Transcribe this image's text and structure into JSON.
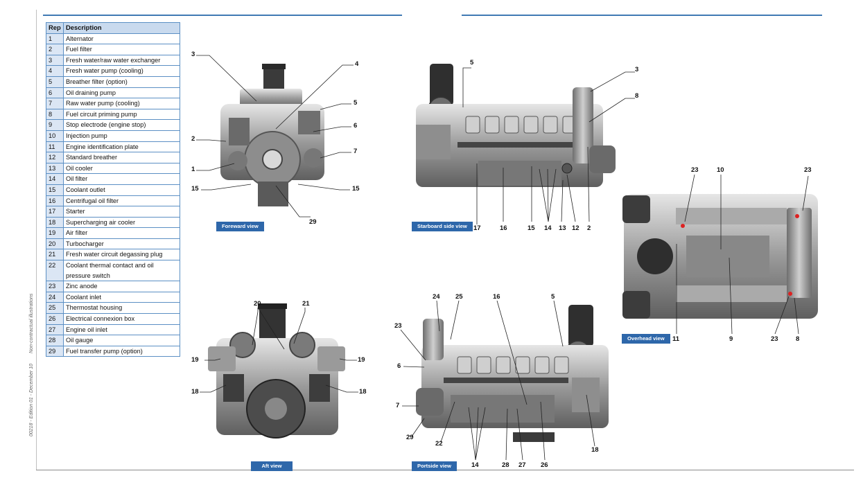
{
  "side_notes": {
    "illustrations": "Non-contractual illustrations",
    "edition": "00218 - Edition 01 - December 10"
  },
  "table": {
    "headers": [
      "Rep",
      "Description"
    ],
    "rows": [
      {
        "rep": "1",
        "desc": "Alternator"
      },
      {
        "rep": "2",
        "desc": "Fuel filter"
      },
      {
        "rep": "3",
        "desc": "Fresh water/raw water exchanger"
      },
      {
        "rep": "4",
        "desc": "Fresh water pump (cooling)"
      },
      {
        "rep": "5",
        "desc": "Breather filter (option)"
      },
      {
        "rep": "6",
        "desc": "Oil draining pump"
      },
      {
        "rep": "7",
        "desc": "Raw water pump (cooling)"
      },
      {
        "rep": "8",
        "desc": "Fuel circuit priming pump"
      },
      {
        "rep": "9",
        "desc": "Stop electrode (engine stop)"
      },
      {
        "rep": "10",
        "desc": "Injection pump"
      },
      {
        "rep": "11",
        "desc": "Engine identification plate"
      },
      {
        "rep": "12",
        "desc": "Standard breather"
      },
      {
        "rep": "13",
        "desc": "Oil cooler"
      },
      {
        "rep": "14",
        "desc": "Oil filter"
      },
      {
        "rep": "15",
        "desc": "Coolant outlet"
      },
      {
        "rep": "16",
        "desc": "Centrifugal oil filter"
      },
      {
        "rep": "17",
        "desc": "Starter"
      },
      {
        "rep": "18",
        "desc": "Supercharging air cooler"
      },
      {
        "rep": "19",
        "desc": "Air filter"
      },
      {
        "rep": "20",
        "desc": "Turbocharger"
      },
      {
        "rep": "21",
        "desc": "Fresh water circuit degassing plug"
      },
      {
        "rep": "22",
        "desc": "Coolant thermal contact and oil pressure switch"
      },
      {
        "rep": "23",
        "desc": "Zinc anode"
      },
      {
        "rep": "24",
        "desc": "Coolant inlet"
      },
      {
        "rep": "25",
        "desc": "Thermostat housing"
      },
      {
        "rep": "26",
        "desc": "Electrical connexion box"
      },
      {
        "rep": "27",
        "desc": "Engine oil inlet"
      },
      {
        "rep": "28",
        "desc": "Oil gauge"
      },
      {
        "rep": "29",
        "desc": "Fuel transfer pump (option)"
      }
    ]
  },
  "views": {
    "foreward": "Foreward view",
    "starboard": "Starboard side view",
    "overhead": "Overhead view",
    "aft": "Aft view",
    "portside": "Portside view"
  },
  "callouts": {
    "foreward": [
      "3",
      "4",
      "5",
      "6",
      "2",
      "7",
      "1",
      "15",
      "15",
      "29"
    ],
    "starboard": [
      "5",
      "3",
      "8",
      "17",
      "16",
      "15",
      "14",
      "13",
      "12",
      "2"
    ],
    "overhead": [
      "23",
      "10",
      "23",
      "11",
      "9",
      "23",
      "8"
    ],
    "aft": [
      "20",
      "21",
      "19",
      "19",
      "18",
      "18"
    ],
    "portside": [
      "24",
      "25",
      "16",
      "5",
      "23",
      "6",
      "7",
      "29",
      "22",
      "14",
      "28",
      "27",
      "26",
      "18"
    ]
  },
  "colors": {
    "accent_blue": "#2e67aa",
    "table_border": "#5b8fc4",
    "table_rep_bg": "#dbe6f4"
  }
}
